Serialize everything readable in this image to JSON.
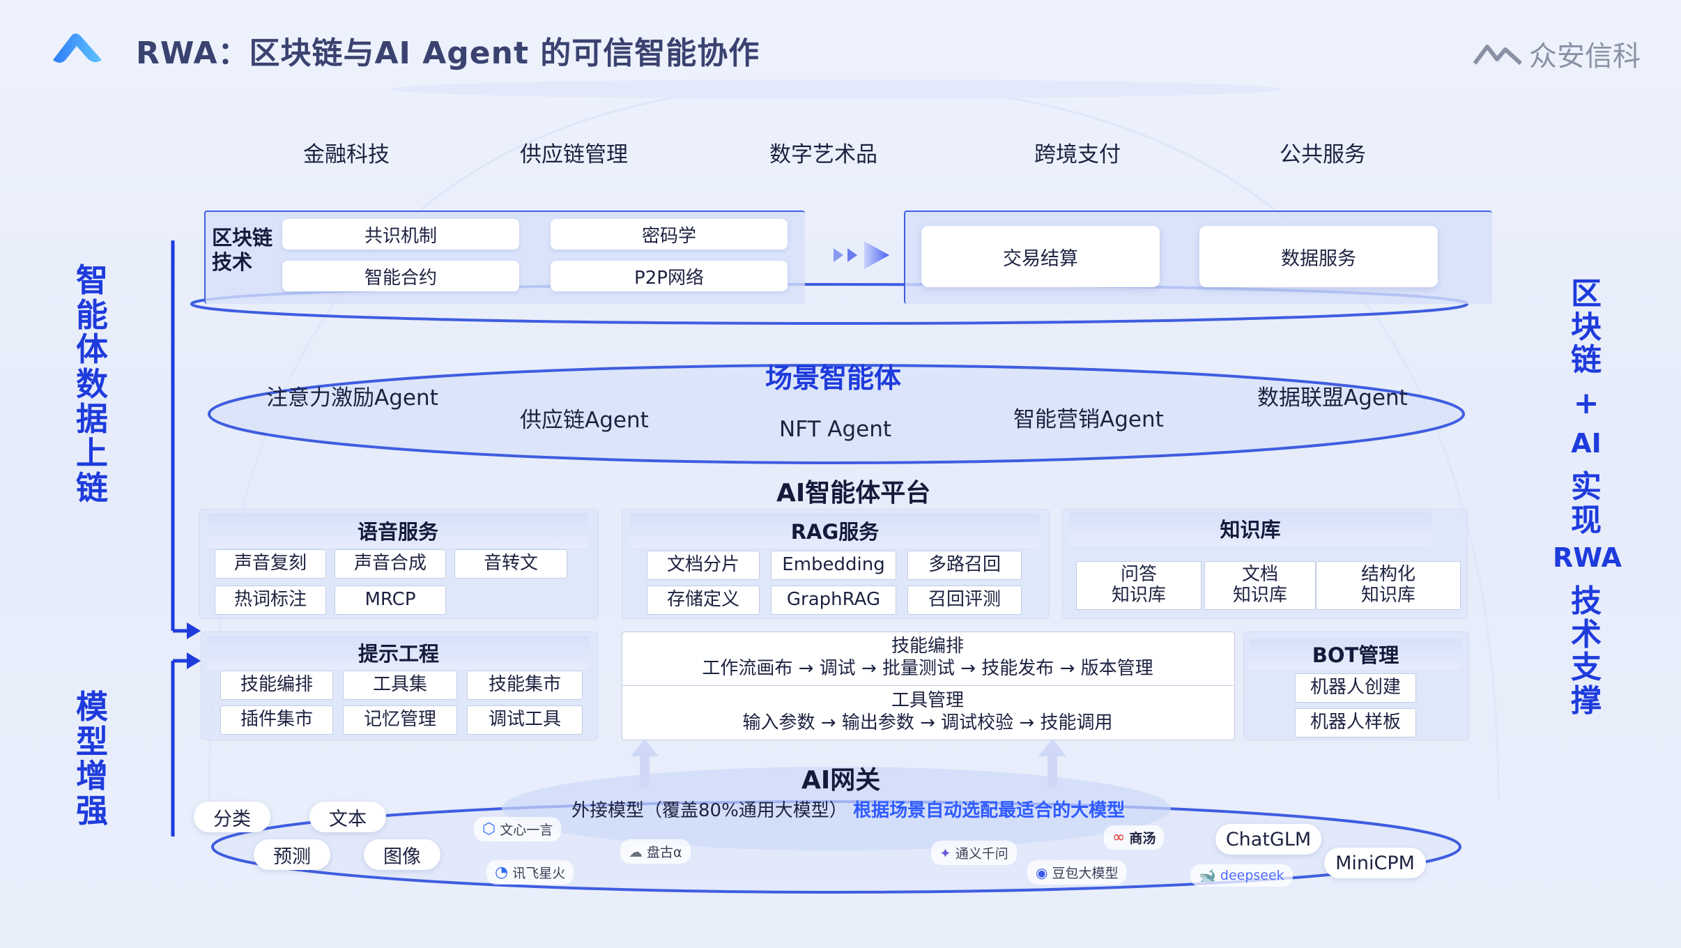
{
  "header": {
    "title": "RWA：区块链与AI Agent 的可信智能协作",
    "brand": "众安信科"
  },
  "applications": [
    "金融科技",
    "供应链管理",
    "数字艺术品",
    "跨境支付",
    "公共服务"
  ],
  "blockchain": {
    "label": "区块链技术",
    "tech": [
      "共识机制",
      "密码学",
      "智能合约",
      "P2P网络"
    ],
    "services": [
      "交易结算",
      "数据服务"
    ]
  },
  "scene_agents": {
    "title": "场景智能体",
    "agents": [
      "注意力激励Agent",
      "供应链Agent",
      "NFT Agent",
      "智能营销Agent",
      "数据联盟Agent"
    ]
  },
  "platform": {
    "title": "AI智能体平台",
    "voice": {
      "title": "语音服务",
      "items": [
        "声音复刻",
        "声音合成",
        "音转文",
        "热词标注",
        "MRCP"
      ]
    },
    "rag": {
      "title": "RAG服务",
      "items": [
        "文档分片",
        "Embedding",
        "多路召回",
        "存储定义",
        "GraphRAG",
        "召回评测"
      ]
    },
    "kb": {
      "title": "知识库",
      "items": [
        "问答\n知识库",
        "文档\n知识库",
        "结构化\n知识库"
      ]
    },
    "prompt": {
      "title": "提示工程",
      "items": [
        "技能编排",
        "工具集",
        "技能集市",
        "插件集市",
        "记忆管理",
        "调试工具"
      ]
    },
    "skill": {
      "title": "技能编排",
      "flow": "工作流画布 → 调试 → 批量测试 → 技能发布 → 版本管理"
    },
    "tool": {
      "title": "工具管理",
      "flow": "输入参数 → 输出参数 → 调试校验 → 技能调用"
    },
    "bot": {
      "title": "BOT管理",
      "items": [
        "机器人创建",
        "机器人样板"
      ]
    }
  },
  "gateway": {
    "title": "AI网关",
    "desc": "外接模型（覆盖80%通用大模型）",
    "highlight": "根据场景自动选配最适合的大模型",
    "tasks": [
      "分类",
      "文本",
      "预测",
      "图像"
    ],
    "models": [
      "文心一言",
      "讯飞星火",
      "盘古α",
      "通义千问",
      "豆包大模型",
      "商汤",
      "deepseek",
      "ChatGLM",
      "MiniCPM"
    ]
  },
  "left_labels": {
    "upper": "智能体数据上链",
    "lower": "模型增强"
  },
  "right_label": {
    "line1": "区块链",
    "plus": "+",
    "ai": "AI",
    "line2": "实现",
    "rwa": "RWA",
    "line3": "技术支撑"
  },
  "colors": {
    "accent": "#1e3bdc",
    "highlight": "#2f5bff",
    "ring": "#3f5de0"
  }
}
